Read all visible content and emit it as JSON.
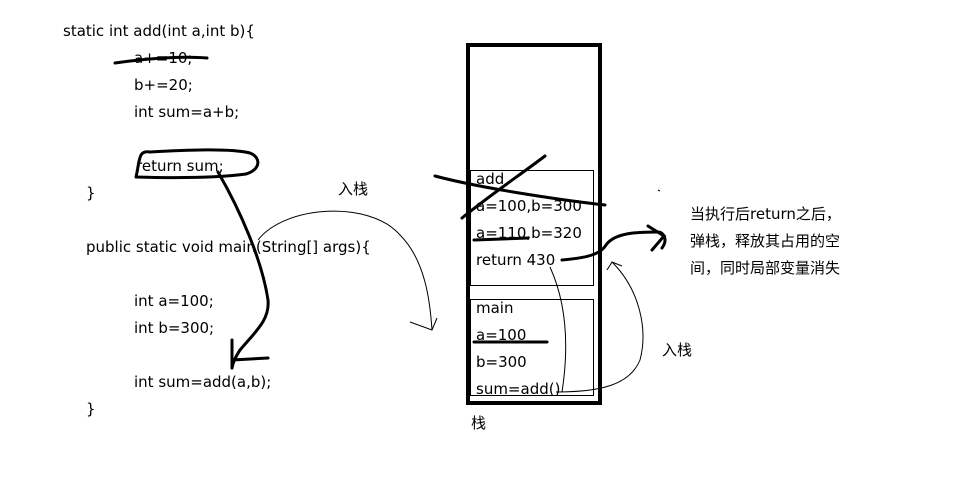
{
  "code": {
    "add_signature": "static int add(int a,int b){",
    "add_line1": "a+=10;",
    "add_line2": "b+=20;",
    "add_line3": "int sum=a+b;",
    "add_return": "return sum;",
    "add_close": "}",
    "main_signature": "public static void main(String[] args){",
    "main_line1": "int a=100;",
    "main_line2": "int b=300;",
    "main_line3": "int sum=add(a,b);",
    "main_close": "}"
  },
  "stack": {
    "label": "栈",
    "add_frame": {
      "title": "add",
      "line1": "a=100,b=300",
      "line2": "a=110,b=320",
      "line3": "return 430"
    },
    "main_frame": {
      "title": "main",
      "line1": "a=100",
      "line2": "b=300",
      "line3": "sum=add()"
    }
  },
  "annotations": {
    "push_label_top": "入栈",
    "push_label_right": "入栈",
    "note_line1": "当执行后return之后，",
    "note_line2": "弹栈，释放其占用的空",
    "note_line3": "间，同时局部变量消失"
  }
}
